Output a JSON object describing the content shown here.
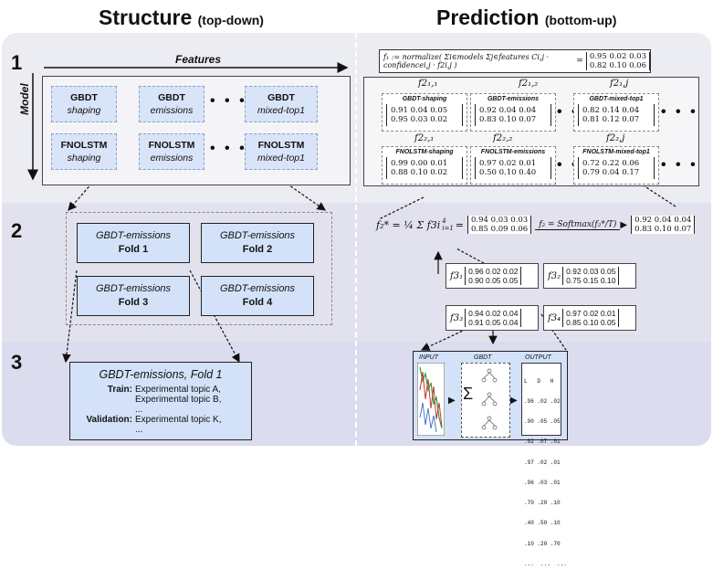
{
  "headers": {
    "left_title": "Structure",
    "left_sub": "(top-down)",
    "right_title": "Prediction",
    "right_sub": "(bottom-up)"
  },
  "rows": {
    "r1": "1",
    "r2": "2",
    "r3": "3"
  },
  "axes": {
    "features": "Features",
    "model": "Model"
  },
  "model_grid": [
    {
      "model": "GBDT",
      "feature": "shaping"
    },
    {
      "model": "GBDT",
      "feature": "emissions"
    },
    {
      "model": "GBDT",
      "feature": "mixed-top1"
    },
    {
      "model": "FNOLSTM",
      "feature": "shaping"
    },
    {
      "model": "FNOLSTM",
      "feature": "emissions"
    },
    {
      "model": "FNOLSTM",
      "feature": "mixed-top1"
    }
  ],
  "ellipsis": "• • •",
  "folds": [
    {
      "name": "GBDT-emissions",
      "fold": "Fold 1"
    },
    {
      "name": "GBDT-emissions",
      "fold": "Fold 2"
    },
    {
      "name": "GBDT-emissions",
      "fold": "Fold 3"
    },
    {
      "name": "GBDT-emissions",
      "fold": "Fold 4"
    }
  ],
  "detail": {
    "title": "GBDT-emissions, Fold 1",
    "train_label": "Train:",
    "train_items": [
      "Experimental topic A,",
      "Experimental topic B,",
      "..."
    ],
    "val_label": "Validation:",
    "val_items": [
      "Experimental topic K,",
      "..."
    ]
  },
  "formula_f1": "f₁ := normalize( Σi∈models Σj∈features Ci,j · confidencei,j · f2i,j )",
  "f1_matrix": "0.95 0.02 0.03\n0.82 0.10 0.06",
  "f2_cells": [
    {
      "label": "f2₁,₁",
      "title": "GBDT-shaping",
      "m": "0.91 0.04 0.05\n0.95 0.03 0.02"
    },
    {
      "label": "f2₁,₂",
      "title": "GBDT-emissions",
      "m": "0.92 0.04 0.04\n0.83 0.10 0.07"
    },
    {
      "label": "f2₁,j",
      "title": "GBDT-mixed-top1",
      "m": "0.82 0.14 0.04\n0.81 0.12 0.07"
    },
    {
      "label": "f2₂,₁",
      "title": "FNOLSTM-shaping",
      "m": "0.99 0.00 0.01\n0.88 0.10 0.02"
    },
    {
      "label": "f2₂,₂",
      "title": "FNOLSTM-emissions",
      "m": "0.97 0.02 0.01\n0.50 0.10 0.40"
    },
    {
      "label": "f2₂,j",
      "title": "FNOLSTM-mixed-top1",
      "m": "0.72 0.22 0.06\n0.79 0.04 0.17"
    }
  ],
  "f2_formula": {
    "lhs": "f₂* = ¼ Σ f3i",
    "sum_top": "4",
    "sum_bot": "i=1",
    "m1": "0.94 0.03 0.03\n0.85 0.09 0.06",
    "arrow_label": "f₂ = Softmax(f₂*/T)",
    "m2": "0.92 0.04 0.04\n0.83 0.10 0.07"
  },
  "f3_cells": [
    {
      "label": "f3₁",
      "m": "0.96 0.02 0.02\n0.90 0.05 0.05"
    },
    {
      "label": "f3₂",
      "m": "0.92 0.03 0.05\n0.75 0.15 0.10"
    },
    {
      "label": "f3₃",
      "m": "0.94 0.02 0.04\n0.91 0.05 0.04"
    },
    {
      "label": "f3₄",
      "m": "0.97 0.02 0.01\n0.85 0.10 0.05"
    }
  ],
  "pipeline": {
    "input": "INPUT",
    "gbdt": "GBDT",
    "output": "OUTPUT",
    "sum": "Σ",
    "out_header": "L   D   H",
    "out_rows": [
      ".96 .02 .02",
      ".90 .05 .05",
      ".92 .07 .01",
      ".97 .02 .01",
      ".96 .03 .01",
      ".70 .20 .10",
      ".40 .50 .10",
      ".10 .20 .70",
      "...  ...  ..."
    ]
  },
  "colors": {
    "accent_blue": "#d8e4f7",
    "fold_blue": "#d3e2f8",
    "band": "#e2e2ef"
  }
}
